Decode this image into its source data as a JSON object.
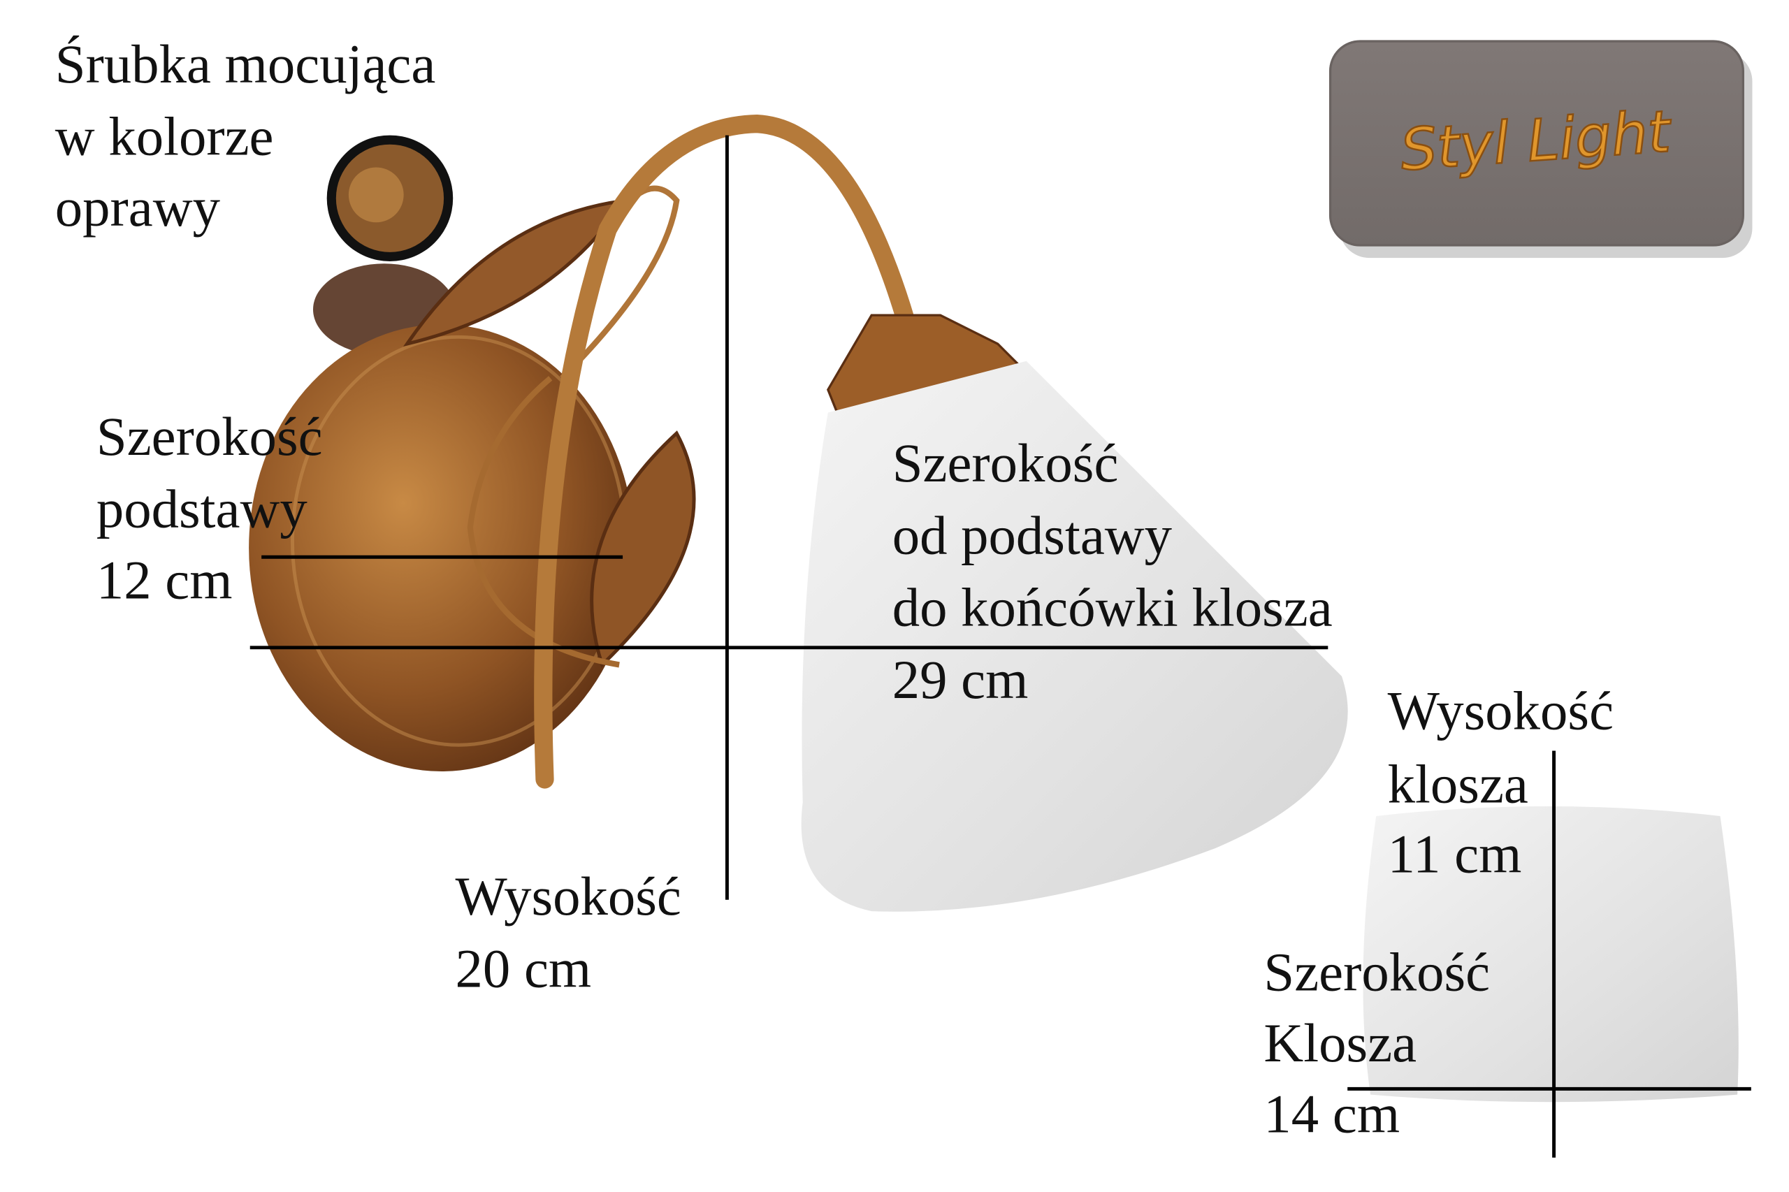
{
  "logo": {
    "text": "Styl Light",
    "background_color": "#7a7371",
    "text_color": "#e0962c"
  },
  "colors": {
    "metal": "#a8692c",
    "metal_dark": "#5a2e12",
    "glass": "#e6e6e6",
    "lines": "#000000"
  },
  "labels": {
    "screw": [
      "Śrubka mocująca",
      "w kolorze",
      "oprawy"
    ],
    "base_width": [
      "Szerokość",
      "podstawy",
      "12 cm"
    ],
    "depth": [
      "Szerokość",
      "od podstawy",
      "do końcówki klosza",
      "29 cm"
    ],
    "height": [
      "Wysokość",
      "20 cm"
    ],
    "shade_height": [
      "Wysokość",
      "klosza",
      "11 cm"
    ],
    "shade_width": [
      "Szerokość",
      "Klosza",
      "14 cm"
    ]
  }
}
